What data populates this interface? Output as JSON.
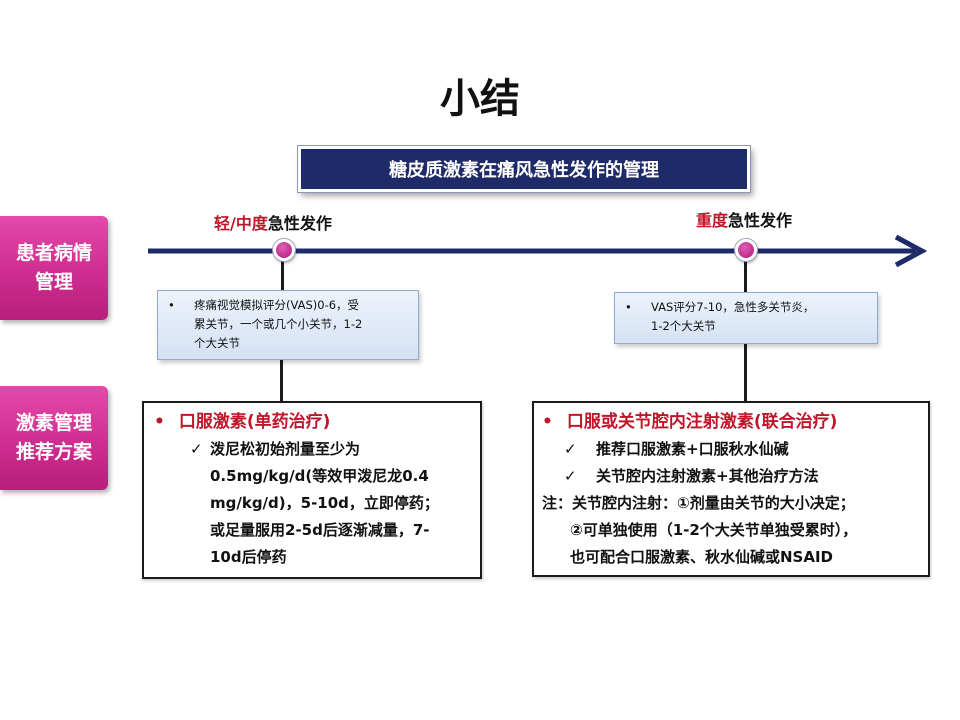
{
  "title": "小结",
  "banner": "糖皮质激素在痛风急性发作的管理",
  "side_tabs": {
    "patient": [
      "患者病情",
      "管理"
    ],
    "hormone": [
      "激素管理",
      "推荐方案"
    ]
  },
  "stages": {
    "mild": {
      "label_red": "轻/中度",
      "label_rest": "急性发作"
    },
    "severe": {
      "label_red": "重度",
      "label_rest": "急性发作"
    }
  },
  "info": {
    "mild": {
      "bullet": "•",
      "lines": [
        "疼痛视觉模拟评分(VAS)0-6，受",
        "累关节，一个或几个小关节，1-2",
        "个大关节"
      ]
    },
    "severe": {
      "bullet": "•",
      "lines": [
        "VAS评分7-10，急性多关节炎，",
        "1-2个大关节"
      ]
    }
  },
  "rec": {
    "mild": {
      "bullet": "•",
      "head": "口服激素(单药治疗)",
      "check": "✓",
      "lines": [
        "泼尼松初始剂量至少为",
        "0.5mg/kg/d(等效甲泼尼龙0.4",
        "mg/kg/d)，5-10d，立即停药；",
        "或足量服用2-5d后逐渐减量，7-",
        "10d后停药"
      ]
    },
    "severe": {
      "bullet": "•",
      "head": "口服或关节腔内注射激素(联合治疗)",
      "check": "✓",
      "items": [
        "推荐口服激素+口服秋水仙碱",
        "关节腔内注射激素+其他治疗方法"
      ],
      "note_lines": [
        "注：关节腔内注射：①剂量由关节的大小决定；",
        "②可单独使用（1-2个大关节单独受累时），",
        "也可配合口服激素、秋水仙碱或NSAID"
      ]
    }
  },
  "colors": {
    "navy": "#1f2b68",
    "magenta": "#cf2d90",
    "red": "#c0162a"
  }
}
